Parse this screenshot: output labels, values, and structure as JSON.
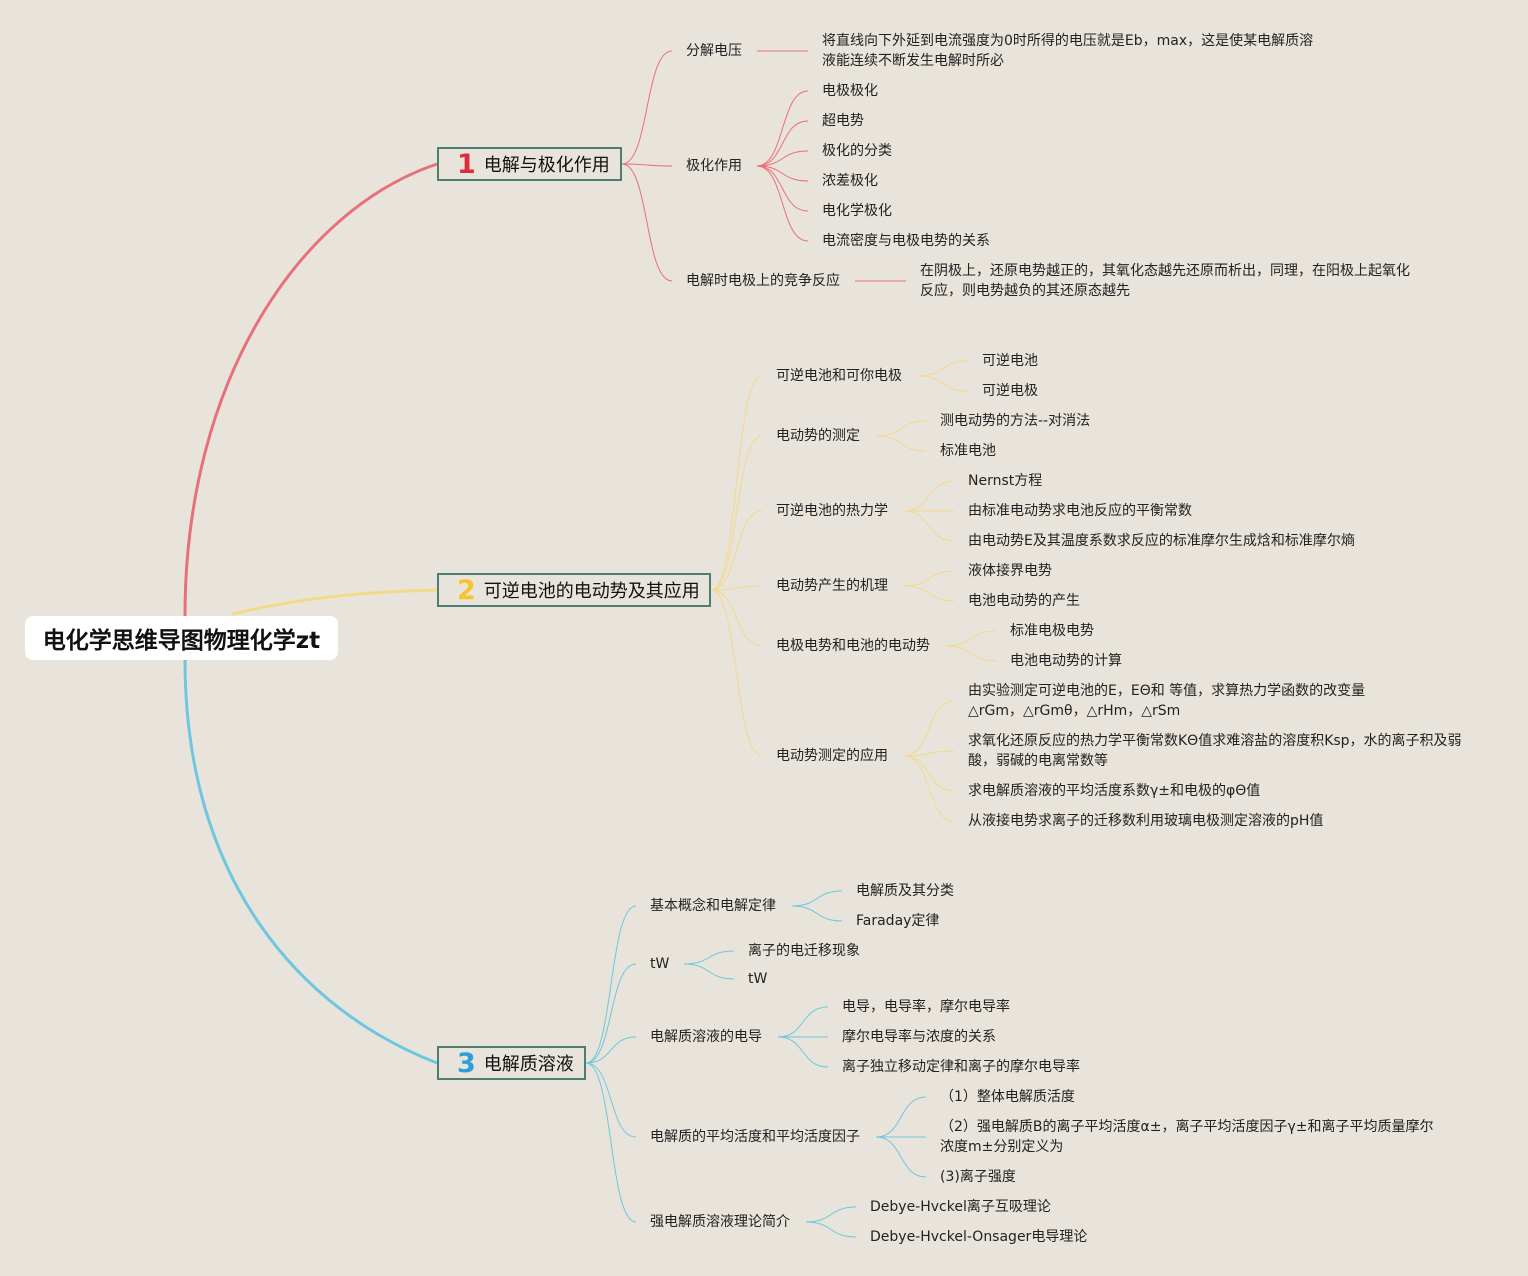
{
  "root": {
    "title": "电化学思维导图物理化学zt"
  },
  "colors": {
    "red": "#e8707a",
    "yellow": "#f3d98a",
    "blue": "#6ec7de",
    "num1": "#e02b3a",
    "num2": "#f2c531",
    "num3": "#2aa0d8"
  },
  "branches": [
    {
      "num": "1",
      "label": "电解与极化作用",
      "children": [
        {
          "label": "分解电压",
          "leaves": [
            "将直线向下外延到电流强度为0时所得的电压就是Eb，max，这是使某电解质溶液能连续不断发生电解时所必"
          ]
        },
        {
          "label": "极化作用",
          "leaves": [
            "电极极化",
            "超电势",
            "极化的分类",
            "浓差极化",
            "电化学极化",
            "电流密度与电极电势的关系"
          ]
        },
        {
          "label": "电解时电极上的竞争反应",
          "leaves": [
            "在阴极上，还原电势越正的，其氧化态越先还原而析出，同理，在阳极上起氧化反应，则电势越负的其还原态越先"
          ]
        }
      ]
    },
    {
      "num": "2",
      "label": "可逆电池的电动势及其应用",
      "children": [
        {
          "label": "可逆电池和可你电极",
          "leaves": [
            "可逆电池",
            "可逆电极"
          ]
        },
        {
          "label": "电动势的测定",
          "leaves": [
            "测电动势的方法--对消法",
            "标准电池"
          ]
        },
        {
          "label": "可逆电池的热力学",
          "leaves": [
            "Nernst方程",
            "由标准电动势求电池反应的平衡常数",
            "由电动势E及其温度系数求反应的标准摩尔生成焓和标准摩尔熵"
          ]
        },
        {
          "label": "电动势产生的机理",
          "leaves": [
            "液体接界电势",
            "电池电动势的产生"
          ]
        },
        {
          "label": "电极电势和电池的电动势",
          "leaves": [
            "标准电极电势",
            "电池电动势的计算"
          ]
        },
        {
          "label": "电动势测定的应用",
          "leaves": [
            "由实验测定可逆电池的E，EΘ和 等值，求算热力学函数的改变量△rGm，△rGmθ，△rHm，△rSm",
            "求氧化还原反应的热力学平衡常数KΘ值求难溶盐的溶度积Ksp，水的离子积及弱酸，弱碱的电离常数等",
            "求电解质溶液的平均活度系数γ±和电极的φΘ值",
            "从液接电势求离子的迁移数利用玻璃电极测定溶液的pH值"
          ]
        }
      ]
    },
    {
      "num": "3",
      "label": "电解质溶液",
      "children": [
        {
          "label": "基本概念和电解定律",
          "leaves": [
            "电解质及其分类",
            "Faraday定律"
          ]
        },
        {
          "label": "tW",
          "leaves": [
            "离子的电迁移现象",
            "tW"
          ]
        },
        {
          "label": "电解质溶液的电导",
          "leaves": [
            "电导，电导率，摩尔电导率",
            "摩尔电导率与浓度的关系",
            "离子独立移动定律和离子的摩尔电导率"
          ]
        },
        {
          "label": "电解质的平均活度和平均活度因子",
          "leaves": [
            "（1）整体电解质活度",
            "（2）强电解质B的离子平均活度α±，离子平均活度因子γ±和离子平均质量摩尔浓度m±分别定义为",
            "(3)离子强度"
          ]
        },
        {
          "label": "强电解质溶液理论简介",
          "leaves": [
            "Debye-Hvckel离子互吸理论",
            "Debye-Hvckel-Onsager电导理论"
          ]
        }
      ]
    }
  ]
}
